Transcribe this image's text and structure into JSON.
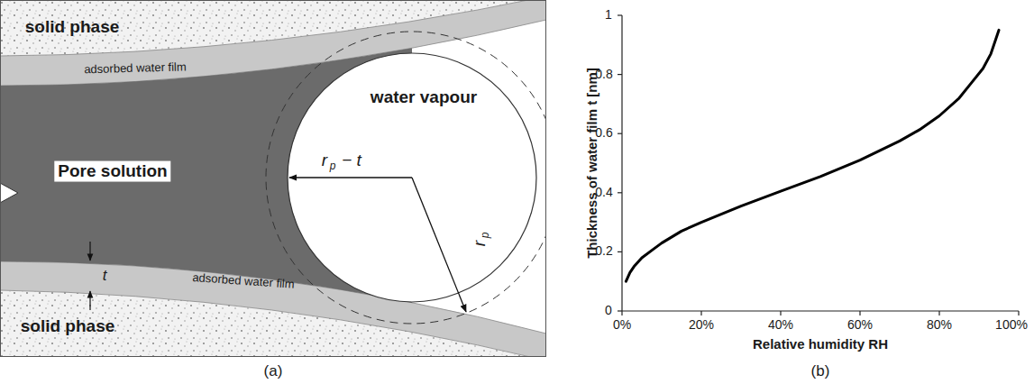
{
  "diagram": {
    "labels": [
      "solid phase",
      "adsorbed water film",
      "water vapour",
      "Pore solution",
      "r",
      "p",
      "− t",
      "r",
      "p",
      "t",
      "adsorbed water film",
      "solid phase",
      "(a)",
      "Thickness of water film t [nm]",
      "Relative humidity RH",
      "0",
      "0.2",
      "0.4",
      "0.6",
      "0.8",
      "1",
      "0%",
      "20%",
      "40%",
      "60%",
      "80%",
      "100%",
      "(b)"
    ]
  }
}
